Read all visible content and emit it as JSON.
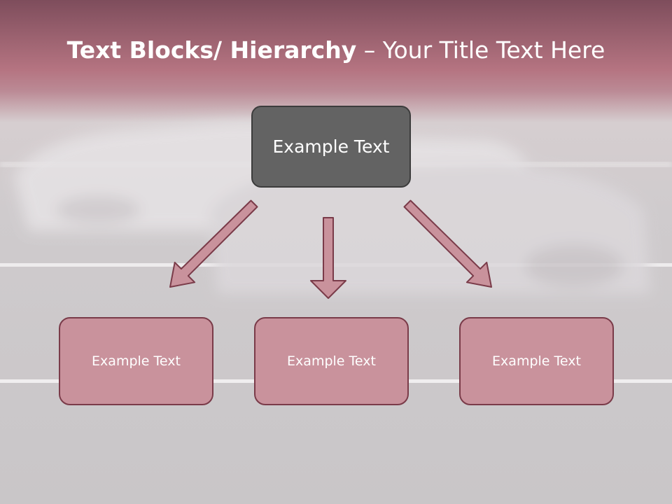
{
  "title": {
    "bold_part": "Text Blocks/ Hierarchy",
    "separator": " – ",
    "normal_part": "Your Title Text Here"
  },
  "diagram": {
    "root": {
      "label": "Example Text"
    },
    "children": [
      {
        "label": "Example Text"
      },
      {
        "label": "Example Text"
      },
      {
        "label": "Example Text"
      }
    ]
  },
  "colors": {
    "header": "#b57481",
    "root_box": "#636363",
    "child_box": "#c9929c",
    "child_border": "#7a3b49",
    "arrow_fill": "#c9929c",
    "arrow_stroke": "#7a3b49"
  }
}
